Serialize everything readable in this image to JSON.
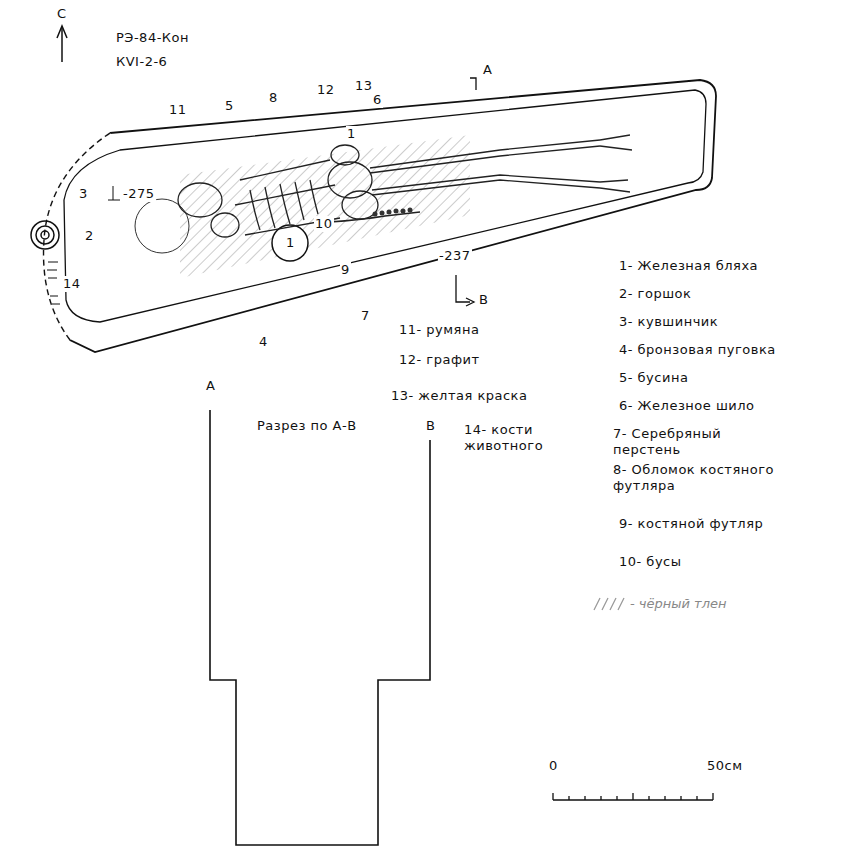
{
  "diagram": {
    "labels": [
      "С",
      "РЭ-84-Кон",
      "КVI-2-6",
      "А",
      "11",
      "5",
      "8",
      "12",
      "13",
      "6",
      "1",
      "3",
      "-275",
      "2",
      "14",
      "10",
      "1",
      "9",
      "-237",
      "В",
      "7",
      "4",
      "А",
      "Разрез по А-В",
      "В",
      "11- румяна",
      "12- графит",
      "13- желтая краска",
      "14- кости животного",
      "1- Железная бляха",
      "2- горшок",
      "3- кувшинчик",
      "4- бронзовая пуговка",
      "5- бусина",
      "6- Железное шило",
      "7- Серебряный перстень",
      "8- Обломок костяного футляра",
      "9- костяной футляр",
      "10- бусы",
      "0",
      "50см"
    ],
    "legend": [
      {
        "text": "- чёрный тлен"
      }
    ]
  }
}
